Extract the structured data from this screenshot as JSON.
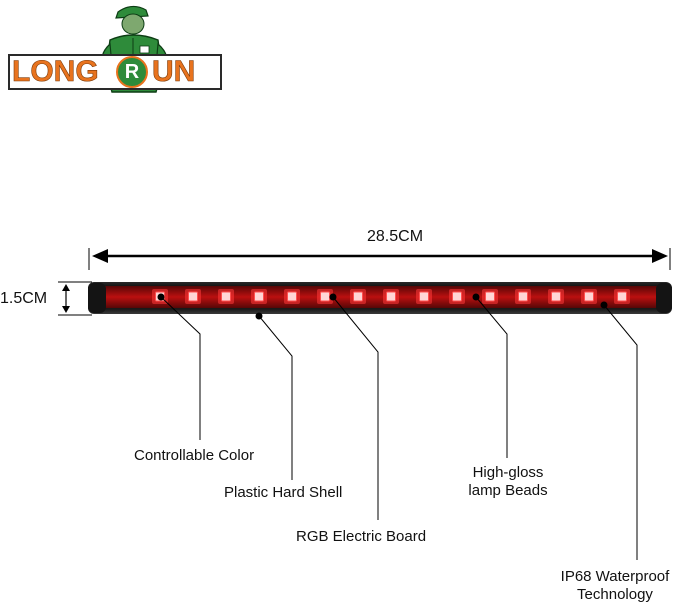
{
  "logo": {
    "left_text": "LONG",
    "right_text": "UN",
    "letter_glyph": "R",
    "brand_orange": "#e8731e",
    "brand_green": "#2e8b3a",
    "mascot": "worker-mascot-icon"
  },
  "dimensions": {
    "length": "28.5CM",
    "height": "1.5CM"
  },
  "callouts": {
    "controllable_color": "Controllable Color",
    "plastic_hard_shell": "Plastic Hard Shell",
    "rgb_board": "RGB Electric Board",
    "high_gloss_line1": "High-gloss",
    "high_gloss_line2": "lamp Beads",
    "ip68_line1": "IP68 Waterproof",
    "ip68_line2": "Technology"
  },
  "colors": {
    "led_red": "#ff2a2a",
    "strip_body": "#3a0a0a",
    "shell_dark": "#1c1c1c"
  }
}
